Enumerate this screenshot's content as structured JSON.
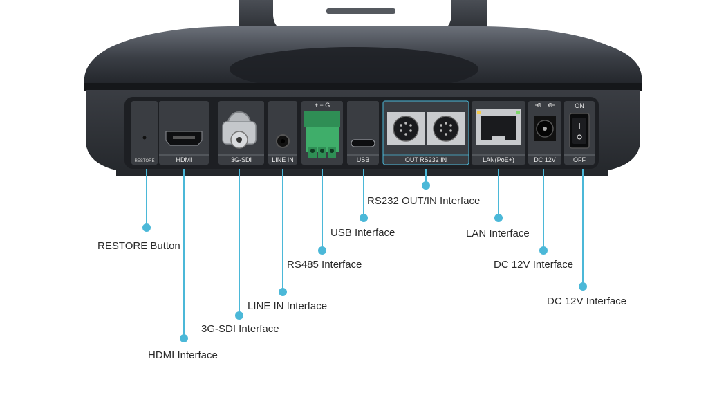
{
  "port_labels": {
    "restore": "RESTORE",
    "hdmi": "HDMI",
    "sdi": "3G-SDI",
    "line_in": "LINE IN",
    "rs485_polarity": "+  −  G",
    "usb": "USB",
    "rs232": "OUT   RS232   IN",
    "lan": "LAN(PoE+)",
    "dc": "DC 12V",
    "switch_on": "ON",
    "switch_off": "OFF"
  },
  "callouts": {
    "restore": "RESTORE Button",
    "hdmi": "HDMI Interface",
    "sdi": "3G-SDI Interface",
    "line_in": "LINE IN Interface",
    "rs485": "RS485 Interface",
    "usb": "USB Interface",
    "rs232": "RS232 OUT/IN Interface",
    "lan": "LAN Interface",
    "dc": "DC 12V Interface",
    "power_switch": "DC 12V Interface"
  },
  "colors": {
    "callout_accent": "#4bb8d8",
    "device_body": "#2b2e33",
    "port_panel": "#3d4046",
    "rs485_terminal": "#3fae6a"
  }
}
